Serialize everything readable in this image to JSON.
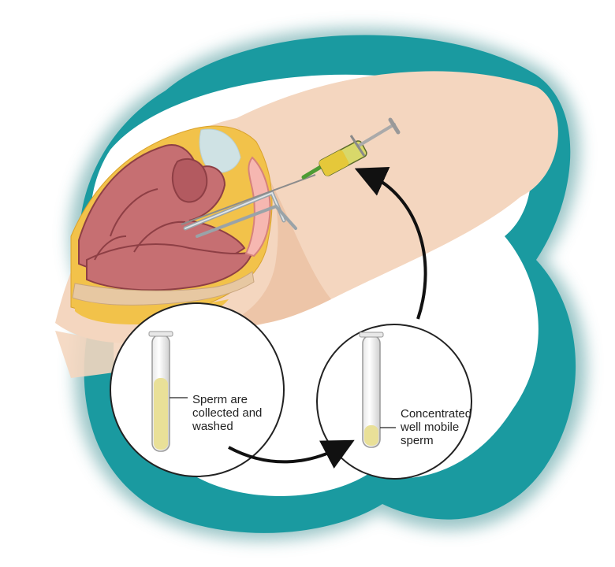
{
  "labels": {
    "collected": [
      "Sperm are",
      "collected and",
      "washed"
    ],
    "concentrated": [
      "Concentrated",
      "well mobile",
      "sperm"
    ]
  },
  "colors": {
    "teal": "#1a9aa0",
    "skin": "#f4d6bf",
    "tissue": "#c66f72",
    "fat": "#f2c24a",
    "fluid": "#e9e098",
    "arrow": "#111111"
  }
}
